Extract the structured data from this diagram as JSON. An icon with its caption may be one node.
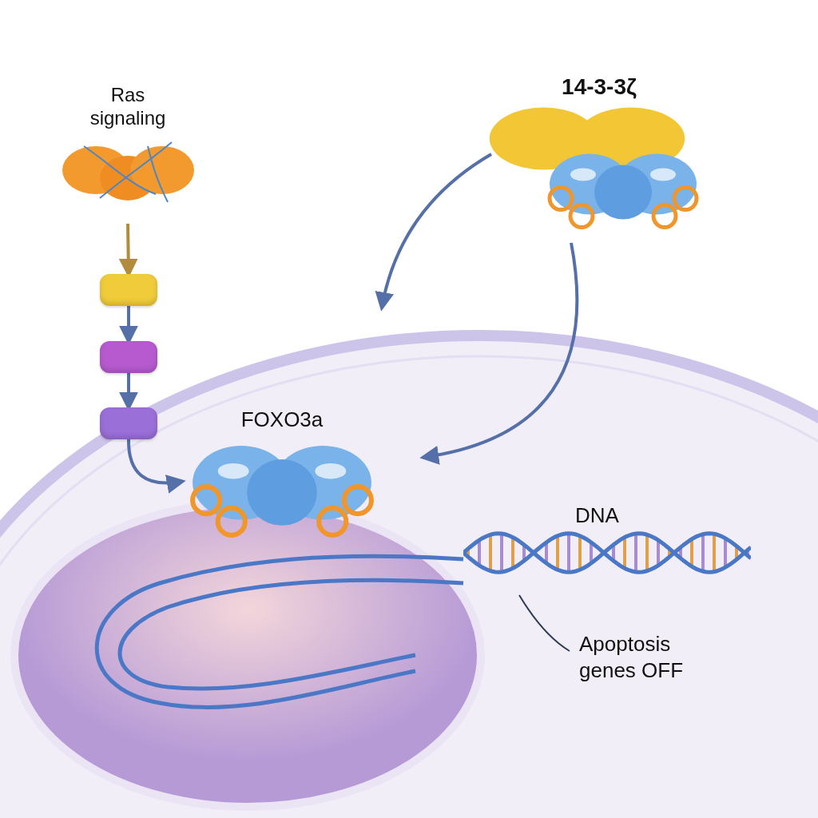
{
  "diagram": {
    "nodes": [
      {
        "text": [
          "Ras signaling"
        ]
      },
      {
        "text": [],
        "shape": "box"
      },
      {
        "text": [],
        "shape": "box"
      },
      {
        "text": [],
        "shape": "box"
      },
      {
        "text": [
          "14-3-3ζ"
        ]
      },
      {
        "text": [
          "FOXO3a"
        ]
      },
      {
        "text": [
          "DNA"
        ]
      },
      {
        "text": [
          "Apoptosis genes OFF"
        ]
      }
    ],
    "edges": [
      {
        "from": 0,
        "to": 1,
        "arrow": "to",
        "color": "#b38b3c"
      },
      {
        "from": 1,
        "to": 2,
        "arrow": "to"
      },
      {
        "from": 2,
        "to": 3,
        "arrow": "to"
      },
      {
        "from": 3,
        "to": 5,
        "arrow": "to"
      },
      {
        "from": 4,
        "to": null,
        "arrow": "to"
      },
      {
        "from": 4,
        "to": 5,
        "arrow": "to"
      },
      {
        "from": 7,
        "to": 6,
        "arrow": "none",
        "color": "#2d3a5a"
      }
    ]
  }
}
